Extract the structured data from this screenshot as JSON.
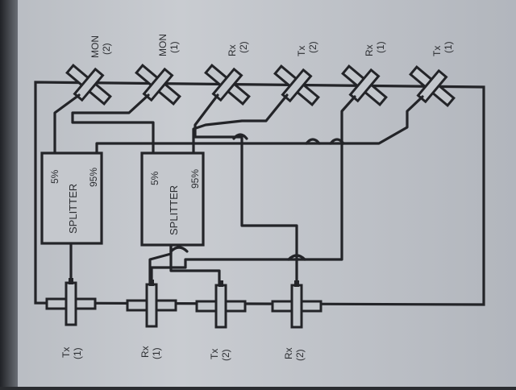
{
  "diagram": {
    "top_connectors": [
      {
        "id": "mon2",
        "name": "MON",
        "num": "(2)"
      },
      {
        "id": "mon1",
        "name": "MON",
        "num": "(1)"
      },
      {
        "id": "rx2",
        "name": "Rx",
        "num": "(2)"
      },
      {
        "id": "tx2",
        "name": "Tx",
        "num": "(2)"
      },
      {
        "id": "rx1",
        "name": "Rx",
        "num": "(1)"
      },
      {
        "id": "tx1",
        "name": "Tx",
        "num": "(1)"
      }
    ],
    "bottom_connectors": [
      {
        "id": "tx1",
        "name": "Tx",
        "num": "(1)"
      },
      {
        "id": "rx1",
        "name": "Rx",
        "num": "(1)"
      },
      {
        "id": "tx2",
        "name": "Tx",
        "num": "(2)"
      },
      {
        "id": "rx2",
        "name": "Rx",
        "num": "(2)"
      }
    ],
    "splitters": [
      {
        "label": "SPLITTER",
        "tap": "5%",
        "through": "95%"
      },
      {
        "label": "SPLITTER",
        "tap": "5%",
        "through": "95%"
      }
    ]
  }
}
